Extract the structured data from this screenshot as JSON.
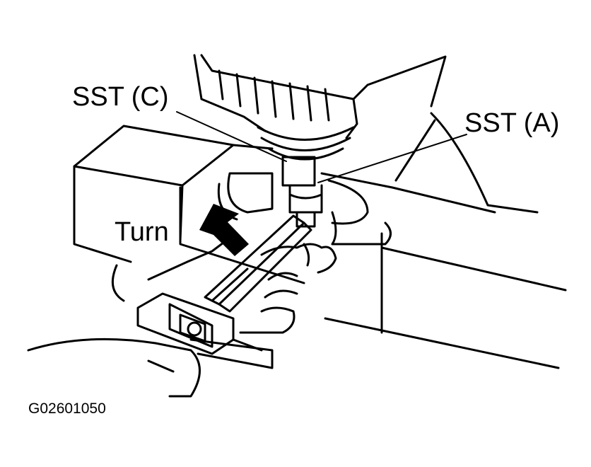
{
  "labels": {
    "sst_c": "SST (C)",
    "sst_a": "SST (A)",
    "turn": "Turn",
    "figure_code": "G02601050"
  },
  "colors": {
    "ink": "#000000",
    "paper": "#ffffff"
  },
  "icons": {
    "arrow": "turn-direction-arrow-icon"
  }
}
